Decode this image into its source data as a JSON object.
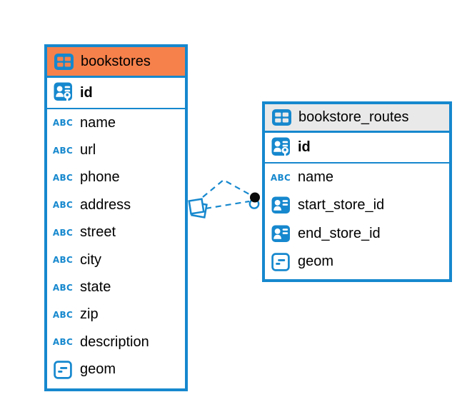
{
  "colors": {
    "diagram_blue": "#1688CE",
    "bookstores_header_bg": "#F7814B",
    "bookstore_routes_header_bg": "#E9E9E9",
    "text": "#000000",
    "relationship_dot": "#0A0A0A",
    "canvas_bg": "#FFFFFF"
  },
  "icons": {
    "text_type_label": "ABC"
  },
  "tables": [
    {
      "name": "bookstores",
      "header_bg": "#F7814B",
      "columns": [
        {
          "name": "id",
          "icon": "primary-key"
        },
        {
          "name": "name",
          "icon": "text"
        },
        {
          "name": "url",
          "icon": "text"
        },
        {
          "name": "phone",
          "icon": "text"
        },
        {
          "name": "address",
          "icon": "text"
        },
        {
          "name": "street",
          "icon": "text"
        },
        {
          "name": "city",
          "icon": "text"
        },
        {
          "name": "state",
          "icon": "text"
        },
        {
          "name": "zip",
          "icon": "text"
        },
        {
          "name": "description",
          "icon": "text"
        },
        {
          "name": "geom",
          "icon": "object"
        }
      ]
    },
    {
      "name": "bookstore_routes",
      "header_bg": "#E9E9E9",
      "columns": [
        {
          "name": "id",
          "icon": "primary-key"
        },
        {
          "name": "name",
          "icon": "text"
        },
        {
          "name": "start_store_id",
          "icon": "reference"
        },
        {
          "name": "end_store_id",
          "icon": "reference"
        },
        {
          "name": "geom",
          "icon": "object"
        }
      ]
    }
  ],
  "relationships": [
    {
      "from": "bookstores",
      "to": "bookstore_routes",
      "line_style": "dashed",
      "from_marker": "stacked-squares",
      "to_marker": "filled-dot"
    },
    {
      "from": "bookstores",
      "to": "bookstore_routes",
      "line_style": "dashed",
      "from_marker": "stacked-squares",
      "to_marker": "filled-dot"
    }
  ]
}
